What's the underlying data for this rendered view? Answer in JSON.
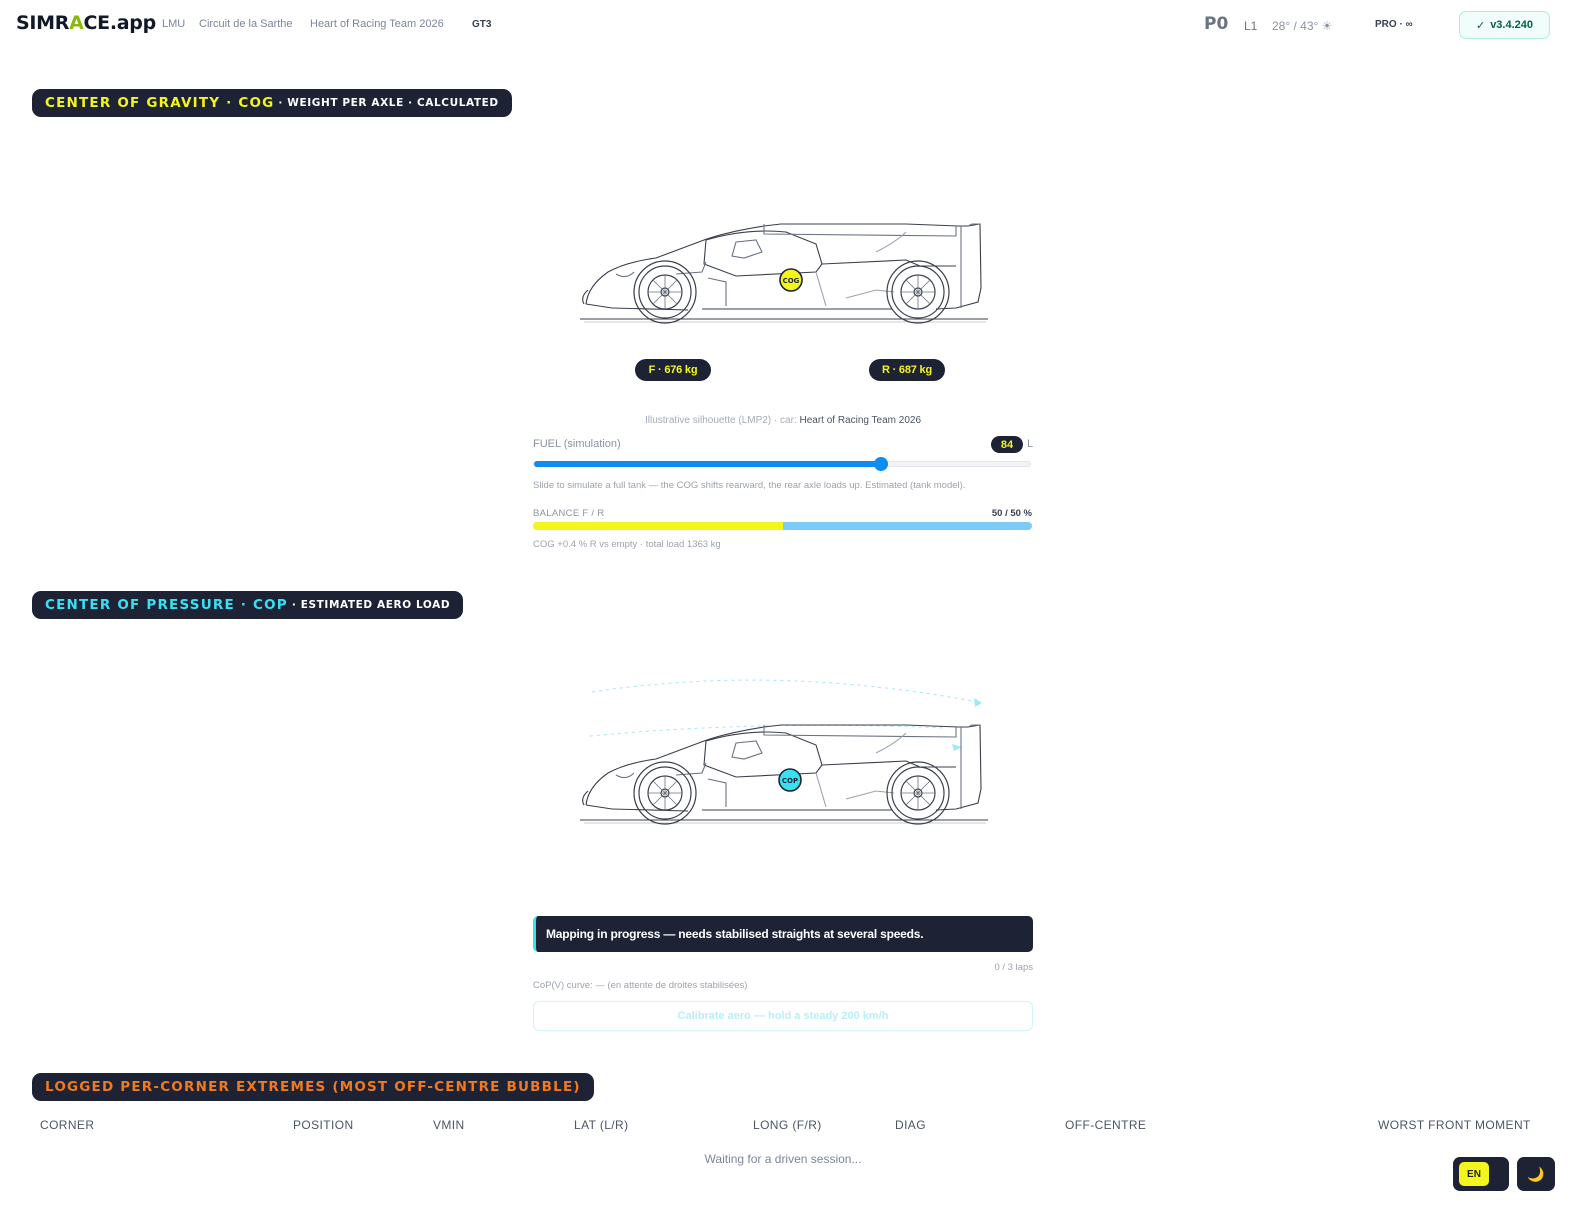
{
  "header": {
    "logo": {
      "part1": "SIMR",
      "part2": "A",
      "part3": "CE",
      "part4": ".app"
    },
    "crumbs": [
      "LMU",
      "Circuit de la Sarthe",
      "Heart of Racing Team 2026",
      "GT3"
    ],
    "position": "P0",
    "lap": "L1",
    "temps": "28° / 43° ☀",
    "plan": "PRO · ∞",
    "version": "v3.4.240"
  },
  "cog_section": {
    "title": "CENTER OF GRAVITY · COG",
    "subtitle": "· WEIGHT PER AXLE · CALCULATED",
    "marker": "COG",
    "front_axle": "F · 676 kg",
    "rear_axle": "R · 687 kg",
    "caption_prefix": "Illustrative silhouette (LMP2) · car: ",
    "caption_car": "Heart of Racing Team 2026",
    "fuel_label": "FUEL (simulation)",
    "fuel_value": "84",
    "fuel_unit": "L",
    "fuel_fraction": 0.7,
    "fuel_help": "Slide to simulate a full tank — the COG shifts rearward, the rear axle loads up. Estimated (tank model).",
    "balance_label": "BALANCE F / R",
    "balance_value": "50 / 50 %",
    "balance_front_pct": 50,
    "note": "COG +0.4 % R vs empty · total load 1363 kg"
  },
  "cop_section": {
    "title": "CENTER OF PRESSURE · COP",
    "subtitle": "· ESTIMATED AERO LOAD",
    "marker": "COP",
    "status": "Mapping in progress — needs stabilised straights at several speeds.",
    "laps": "0 / 3 laps",
    "curve": "CoP(V) curve: — (en attente de droites stabilisées)",
    "calibrate": "Calibrate aero — hold a steady 200 km/h"
  },
  "extremes_section": {
    "title": "LOGGED PER-CORNER EXTREMES (MOST OFF-CENTRE BUBBLE)",
    "columns": [
      "CORNER",
      "POSITION",
      "VMIN",
      "LAT (L/R)",
      "LONG (F/R)",
      "DIAG",
      "OFF-CENTRE",
      "WORST FRONT MOMENT"
    ],
    "empty": "Waiting for a driven session..."
  },
  "footer": {
    "lang": "EN",
    "theme_icon": "🌙"
  },
  "colors": {
    "dark": "#1e2235",
    "cog_accent": "#f5f51e",
    "cop_accent": "#38e1f2",
    "extremes_accent": "#f27a1d",
    "fuel_blue": "#0e8df0",
    "rear_blue": "#7dcbf5"
  }
}
